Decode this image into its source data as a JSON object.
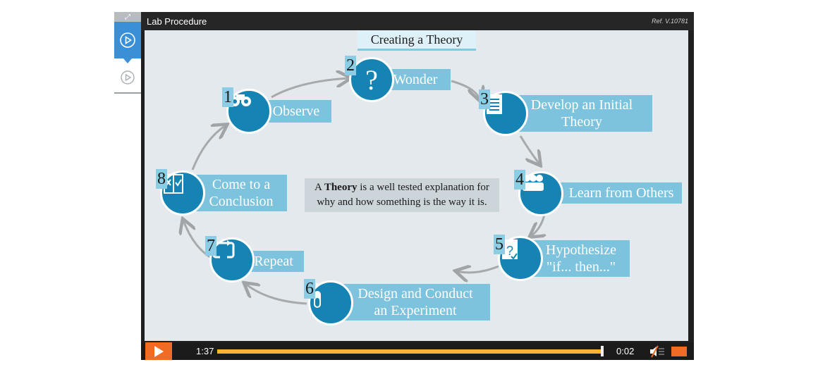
{
  "window": {
    "title": "Lab Procedure",
    "ref": "Ref. V.10781"
  },
  "sidebar": {
    "items": [
      {
        "icon": "play-circle-icon",
        "active": true
      },
      {
        "icon": "play-circle-icon",
        "active": false
      }
    ]
  },
  "slide": {
    "title": "Creating a Theory",
    "definition": {
      "bold": "Theory",
      "prefix": "A ",
      "suffix": " is a well tested explanation for",
      "line2": "why and how something is the way it is."
    },
    "steps": [
      {
        "num": "1",
        "line1": "Observe",
        "line2": "",
        "icon": "binoculars-icon"
      },
      {
        "num": "2",
        "line1": "Wonder",
        "line2": "",
        "icon": "question-icon"
      },
      {
        "num": "3",
        "line1": "Develop an Initial",
        "line2": "Theory",
        "icon": "document-icon"
      },
      {
        "num": "4",
        "line1": "Learn from Others",
        "line2": "",
        "icon": "people-icon"
      },
      {
        "num": "5",
        "line1": "Hypothesize",
        "line2": "\"if... then...\"",
        "icon": "hypothesis-icon"
      },
      {
        "num": "6",
        "line1": "Design and Conduct",
        "line2": "an Experiment",
        "icon": "test-tube-icon"
      },
      {
        "num": "7",
        "line1": "Repeat",
        "line2": "",
        "icon": "repeat-icon"
      },
      {
        "num": "8",
        "line1": "Come to a",
        "line2": "Conclusion",
        "icon": "conclusion-icon"
      }
    ]
  },
  "controls": {
    "elapsed": "1:37",
    "remaining": "0:02",
    "progress": 0.98
  },
  "colors": {
    "accent": "#f06b23",
    "progress": "#f5b531",
    "circle": "#1584b4",
    "banner": "#7dc3dd"
  }
}
